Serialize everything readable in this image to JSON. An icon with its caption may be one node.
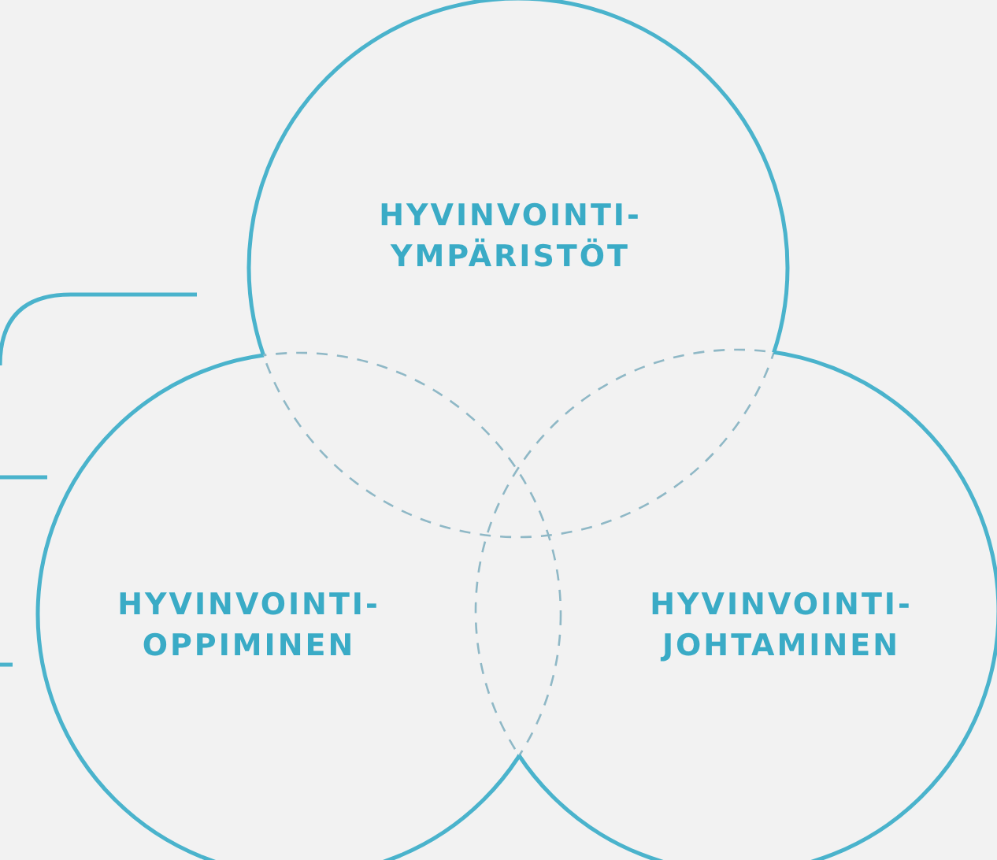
{
  "diagram": {
    "nodes": [
      {
        "text": [
          "HYVINVOINTI- YMPÄRISTÖT"
        ]
      },
      {
        "text": [
          "HYVINVOINTI- OPPIMINEN"
        ]
      },
      {
        "text": [
          "HYVINVOINTI- JOHTAMINEN"
        ]
      }
    ]
  }
}
